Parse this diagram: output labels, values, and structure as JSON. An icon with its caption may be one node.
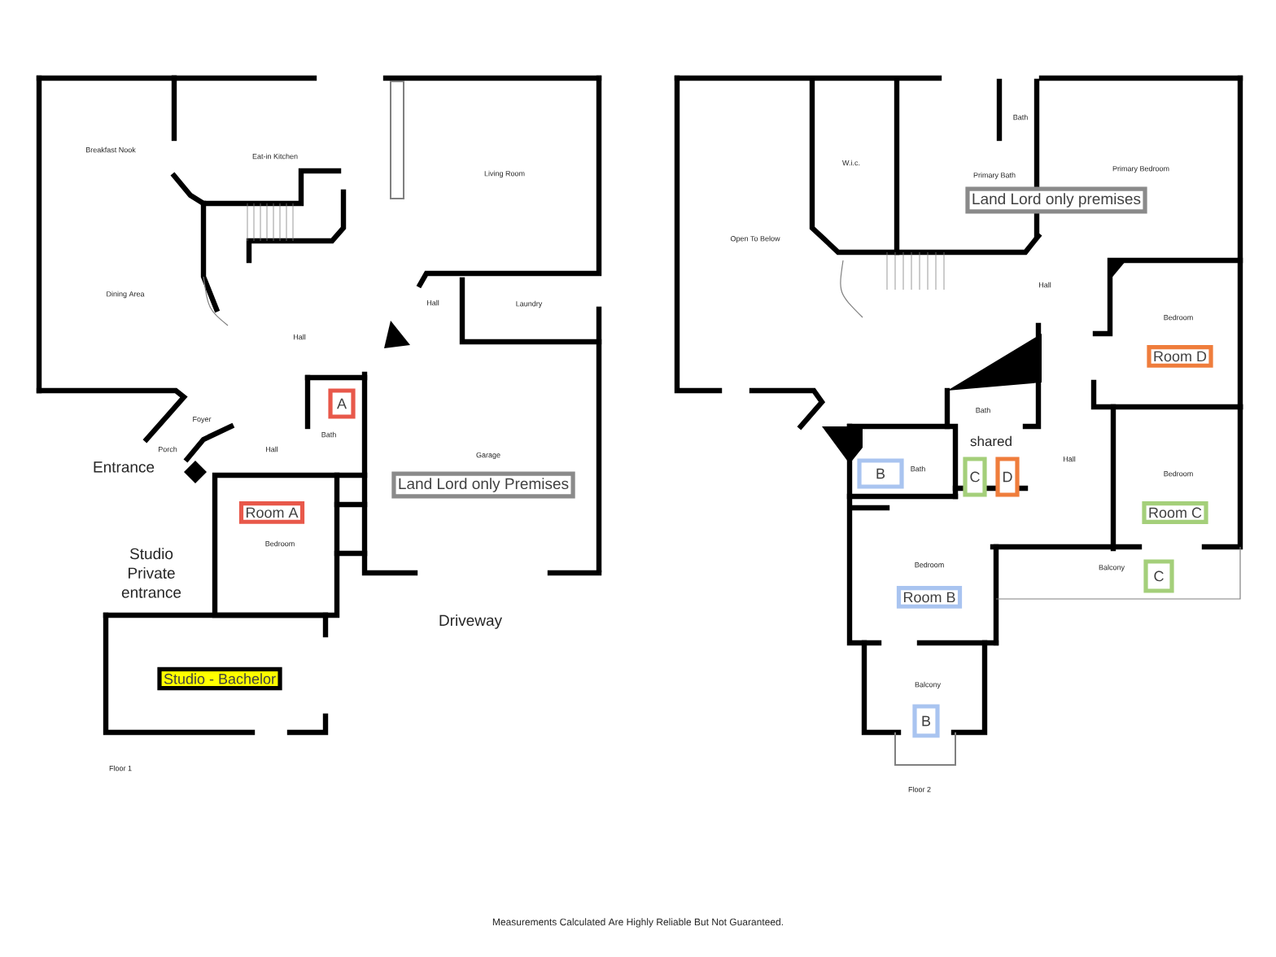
{
  "diagram": {
    "nodes": [
      {
        "text": [
          "A"
        ]
      },
      {
        "text": [
          "Room A"
        ]
      },
      {
        "text": [
          "Land Lord only Premises"
        ]
      },
      {
        "text": [
          "Studio - Bachelor"
        ]
      },
      {
        "text": [
          "Land Lord only premises"
        ]
      },
      {
        "text": [
          "Room D"
        ]
      },
      {
        "text": [
          "B"
        ]
      },
      {
        "text": [
          "C"
        ]
      },
      {
        "text": [
          "D"
        ]
      },
      {
        "text": [
          "Room C"
        ]
      },
      {
        "text": [
          "Room B"
        ]
      },
      {
        "text": [
          "C"
        ]
      },
      {
        "text": [
          "B"
        ]
      }
    ],
    "labels": [
      "Breakfast Nook",
      "Eat-in Kitchen",
      "Living Room",
      "Dining Area",
      "Hall",
      "Laundry",
      "Hall",
      "Foyer",
      "Bath",
      "Hall",
      "Porch",
      "Garage",
      "Entrance",
      "Bedroom",
      "Studio Private entrance",
      "Driveway",
      "Floor 1",
      "Bath",
      "W.i.c.",
      "Primary Bath",
      "Primary Bedroom",
      "Open To Below",
      "Hall",
      "Bedroom",
      "Bath",
      "shared",
      "Bath",
      "Hall",
      "Bedroom",
      "Bedroom",
      "Balcony",
      "Balcony",
      "Floor 2",
      "Measurements Calculated Are Highly Reliable But Not Guaranteed."
    ]
  }
}
